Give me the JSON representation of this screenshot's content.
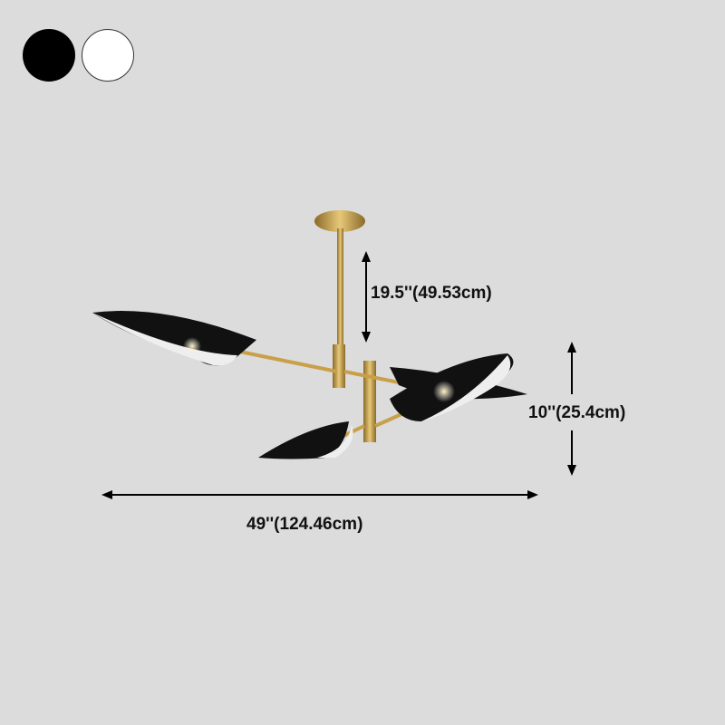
{
  "color_options": [
    {
      "name": "Black",
      "color": "#000000"
    },
    {
      "name": "White",
      "color": "#ffffff"
    }
  ],
  "dimensions": {
    "drop": "19.5''(49.53cm)",
    "height": "10''(25.4cm)",
    "width": "49''(124.46cm)"
  },
  "colors": {
    "background": "#dcdcdc",
    "brass": "#c9a04a",
    "shade": "#111111"
  }
}
